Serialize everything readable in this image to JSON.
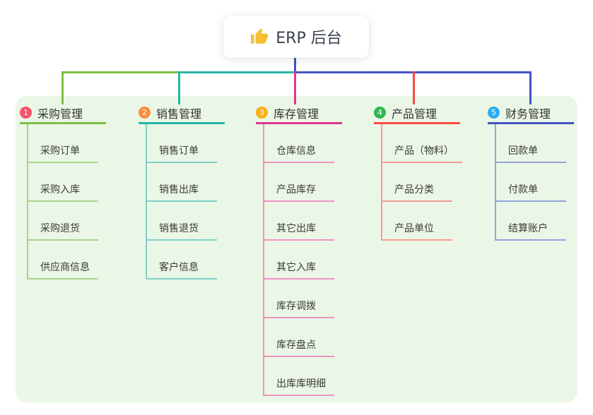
{
  "root": {
    "label": "ERP 后台",
    "icon": "thumbs-up-icon",
    "icon_color": "#f6bf33"
  },
  "colors": {
    "canvas_bg": "#ffffff",
    "panel_bg": "#ebf7e6",
    "trunk": "#4254c5",
    "title_text": "#333333",
    "child_text": "#3a3a3a"
  },
  "branches": [
    {
      "index": "1",
      "title": "采购管理",
      "badge_color": "#f4516c",
      "line_color": "#7cc142",
      "child_line_color": "#a8d584",
      "children": [
        "采购订单",
        "采购入库",
        "采购退货",
        "供应商信息"
      ]
    },
    {
      "index": "2",
      "title": "销售管理",
      "badge_color": "#f98e3d",
      "line_color": "#28b5a9",
      "child_line_color": "#7fd0c8",
      "children": [
        "销售订单",
        "销售出库",
        "销售退货",
        "客户信息"
      ]
    },
    {
      "index": "3",
      "title": "库存管理",
      "badge_color": "#fbb018",
      "line_color": "#e0368f",
      "child_line_color": "#ef92c4",
      "children": [
        "仓库信息",
        "产品库存",
        "其它出库",
        "其它入库",
        "库存调拨",
        "库存盘点",
        "出库库明细"
      ]
    },
    {
      "index": "4",
      "title": "产品管理",
      "badge_color": "#2eb84e",
      "line_color": "#fb4a42",
      "child_line_color": "#f69b94",
      "children": [
        "产品（物料）",
        "产品分类",
        "产品单位"
      ]
    },
    {
      "index": "5",
      "title": "财务管理",
      "badge_color": "#29aef3",
      "line_color": "#4254c5",
      "child_line_color": "#93a3dc",
      "children": [
        "回款单",
        "付款单",
        "结算账户"
      ]
    }
  ]
}
